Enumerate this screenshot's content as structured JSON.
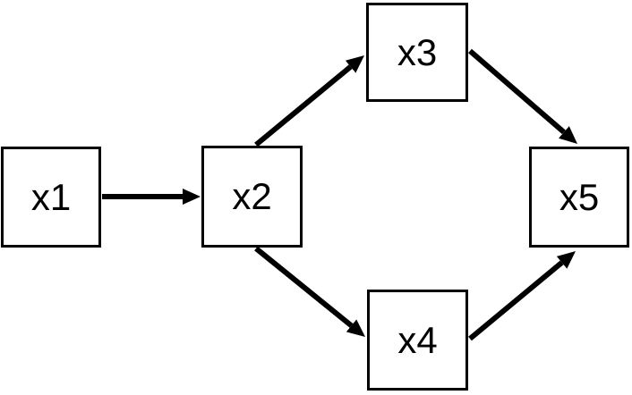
{
  "diagram": {
    "type": "directed-graph",
    "background_color": "#ffffff",
    "node_fill_color": "#ffffff",
    "node_border_color": "#000000",
    "edge_color": "#000000",
    "nodes": [
      {
        "id": "x1",
        "label": "x1"
      },
      {
        "id": "x2",
        "label": "x2"
      },
      {
        "id": "x3",
        "label": "x3"
      },
      {
        "id": "x4",
        "label": "x4"
      },
      {
        "id": "x5",
        "label": "x5"
      }
    ],
    "edges": [
      {
        "from": "x1",
        "to": "x2"
      },
      {
        "from": "x2",
        "to": "x3"
      },
      {
        "from": "x2",
        "to": "x4"
      },
      {
        "from": "x3",
        "to": "x5"
      },
      {
        "from": "x4",
        "to": "x5"
      }
    ]
  }
}
